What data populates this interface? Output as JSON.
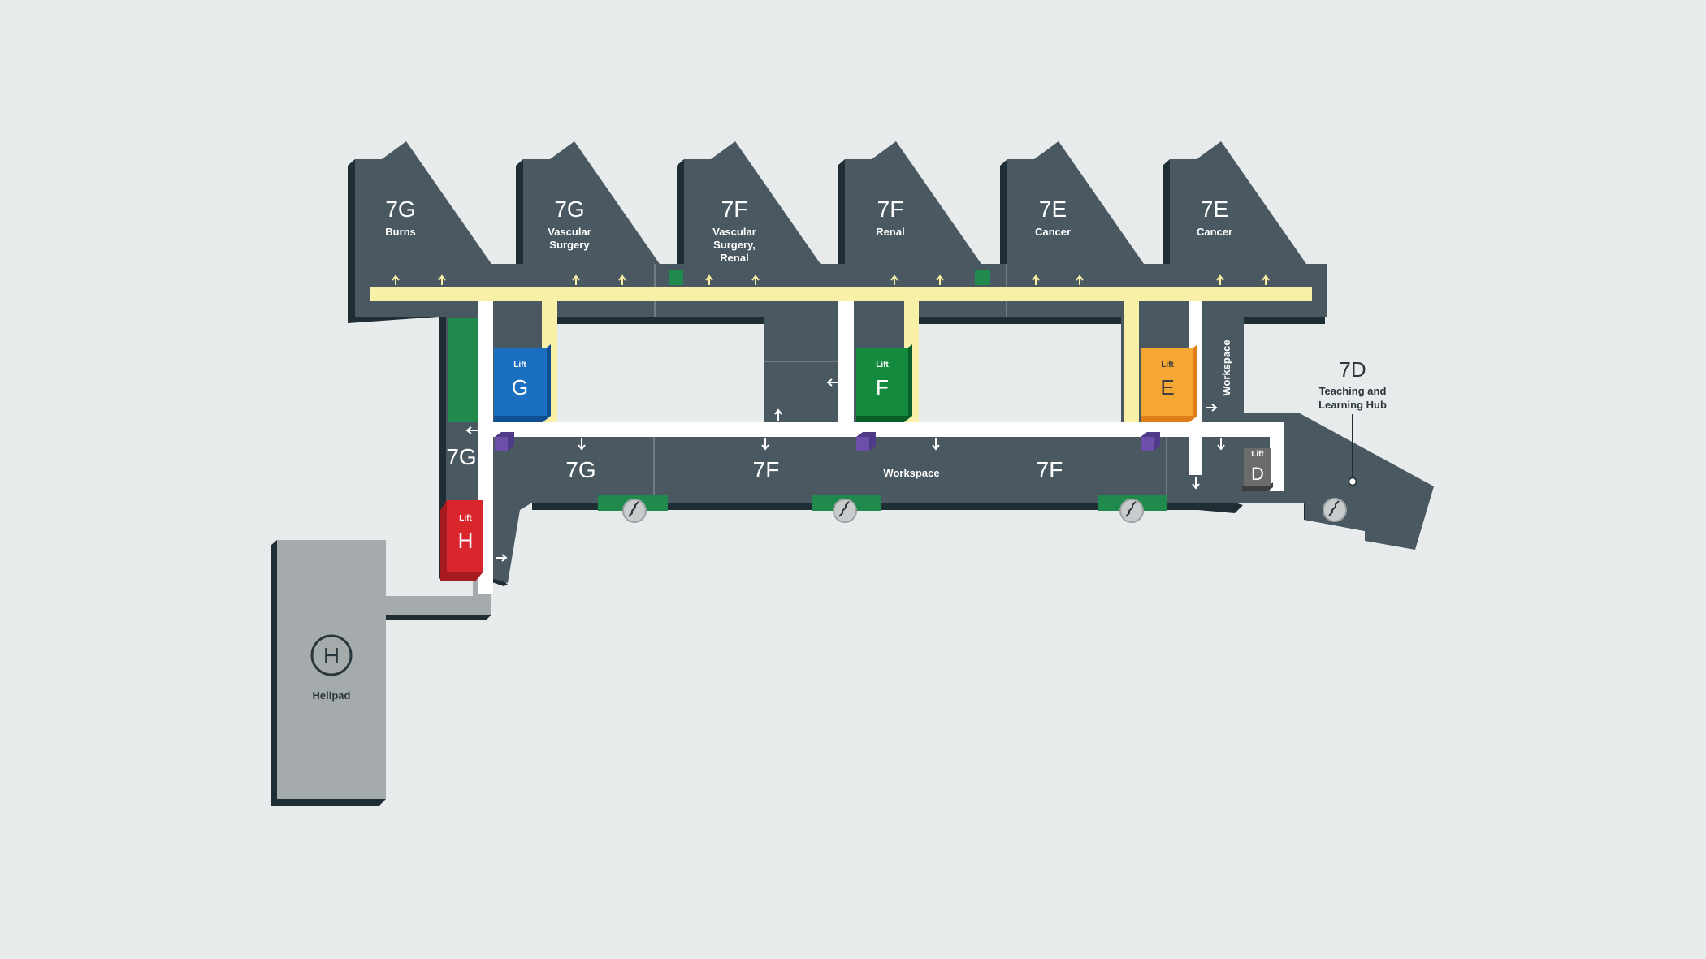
{
  "wards": [
    {
      "code": "7G",
      "name_lines": [
        "Burns"
      ]
    },
    {
      "code": "7G",
      "name_lines": [
        "Vascular",
        "Surgery"
      ]
    },
    {
      "code": "7F",
      "name_lines": [
        "Vascular",
        "Surgery,",
        "Renal"
      ]
    },
    {
      "code": "7F",
      "name_lines": [
        "Renal"
      ]
    },
    {
      "code": "7E",
      "name_lines": [
        "Cancer"
      ]
    },
    {
      "code": "7E",
      "name_lines": [
        "Cancer"
      ]
    }
  ],
  "lower_labels": {
    "left_7g": "7G",
    "mid_7g": "7G",
    "mid_7f": "7F",
    "workspace": "Workspace",
    "right_7f": "7F",
    "workspace_vertical": "Workspace"
  },
  "hub": {
    "code": "7D",
    "line1": "Teaching and",
    "line2": "Learning Hub"
  },
  "lifts": [
    {
      "id": "G",
      "label": "Lift",
      "color": "#1a6fc0",
      "text_color": "#ffffff"
    },
    {
      "id": "F",
      "label": "Lift",
      "color": "#138a3e",
      "text_color": "#ffffff"
    },
    {
      "id": "E",
      "label": "Lift",
      "color": "#f6a733",
      "text_color": "#3d3d3d"
    },
    {
      "id": "H",
      "label": "Lift",
      "color": "#d9262c",
      "text_color": "#ffffff"
    },
    {
      "id": "D",
      "label": "Lift",
      "color": "#6b6b6b",
      "text_color": "#ffffff"
    }
  ],
  "helipad": {
    "symbol": "H",
    "label": "Helipad"
  },
  "colors": {
    "background": "#e8ebec",
    "building": "#4a5961",
    "corridor_main": "#f7f0a6",
    "corridor": "#ffffff",
    "garden": "#1f8a4c",
    "helipad": "#a5aaad",
    "toilet": "#6b4fa8",
    "stairs": "#c9cccd"
  }
}
